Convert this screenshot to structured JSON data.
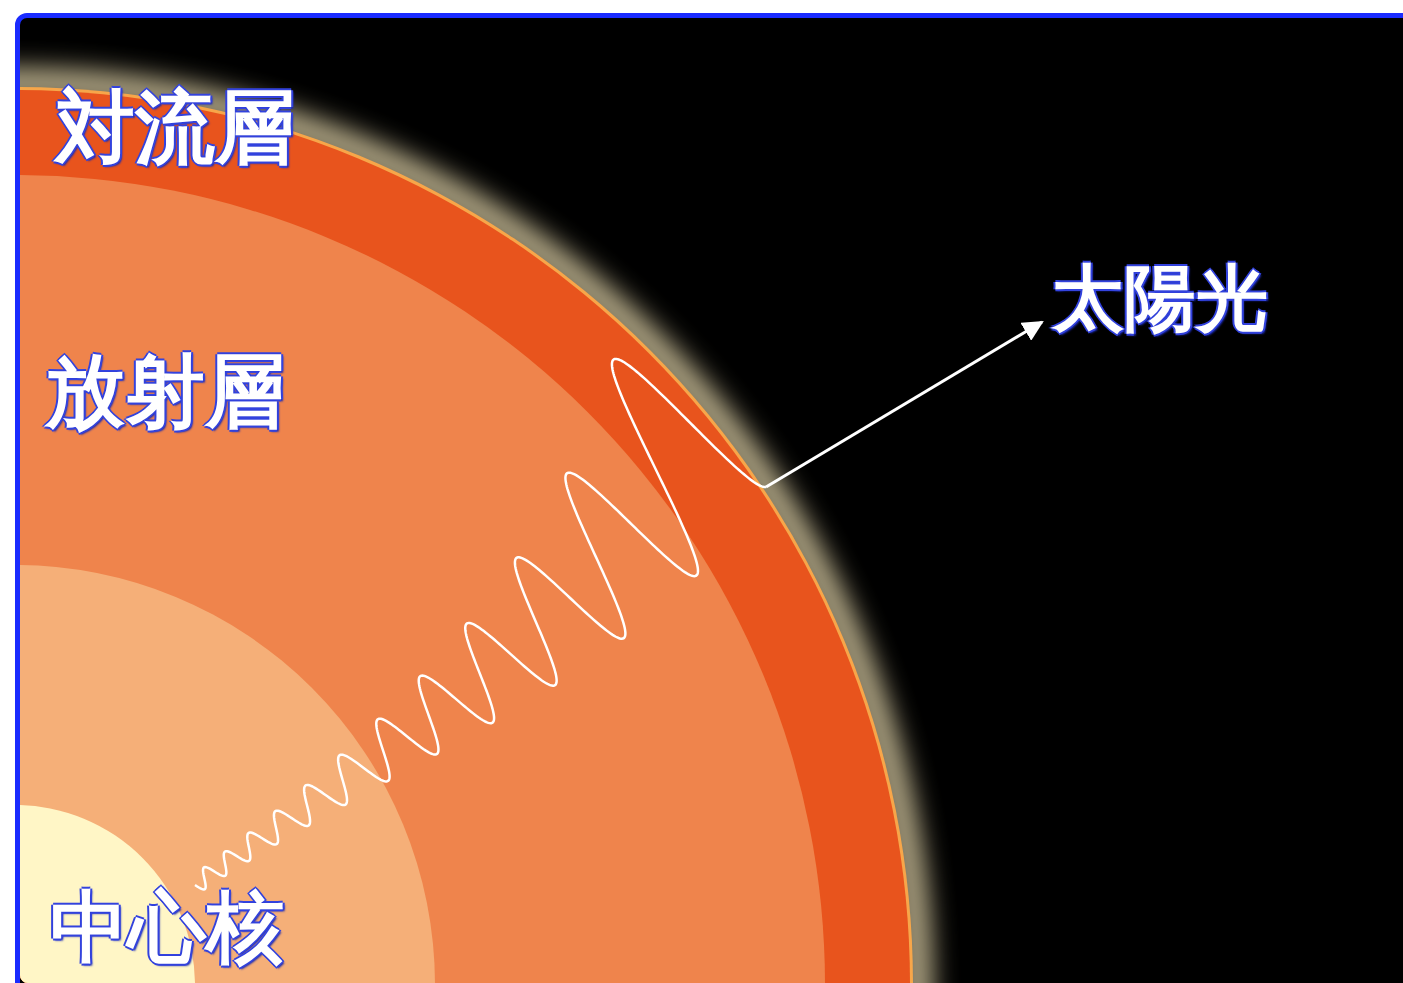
{
  "diagram": {
    "nodes": [
      {
        "text": [
          "対流層"
        ]
      },
      {
        "text": [
          "放射層"
        ],
        "in": 0
      },
      {
        "text": [
          "中心核"
        ],
        "in": 1
      }
    ],
    "labels": [
      "太陽光"
    ]
  }
}
